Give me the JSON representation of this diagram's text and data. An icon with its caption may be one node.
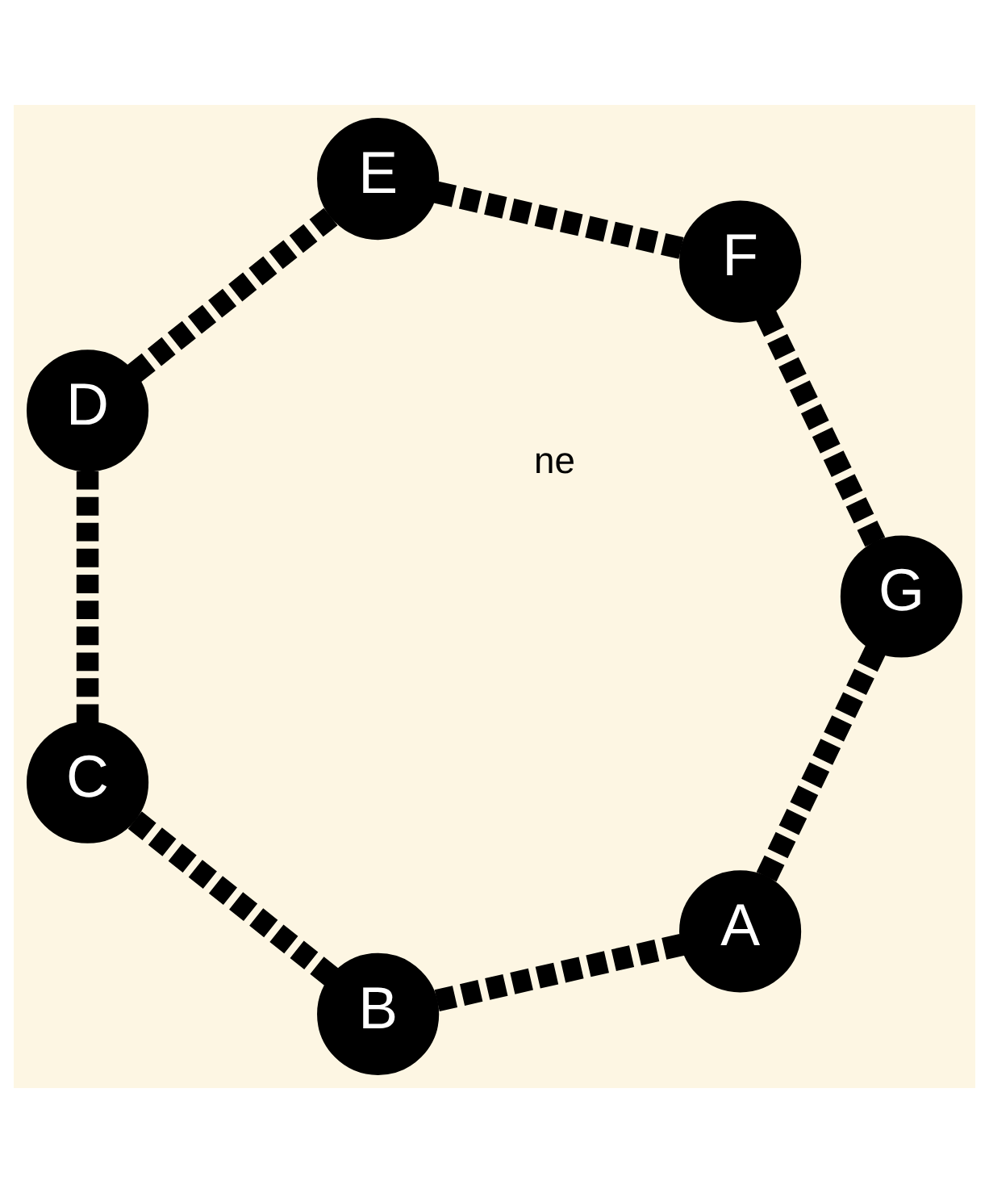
{
  "diagram": {
    "nodes": [
      {
        "text": [
          "A"
        ]
      },
      {
        "text": [
          "B"
        ]
      },
      {
        "text": [
          "C"
        ]
      },
      {
        "text": [
          "D"
        ]
      },
      {
        "text": [
          "E"
        ]
      },
      {
        "text": [
          "F"
        ]
      },
      {
        "text": [
          "G"
        ]
      }
    ],
    "edges": [
      {
        "from": 0,
        "to": 1,
        "arrow": "none",
        "style": "dashed"
      },
      {
        "from": 1,
        "to": 2,
        "arrow": "none",
        "style": "dashed"
      },
      {
        "from": 2,
        "to": 3,
        "arrow": "none",
        "style": "dashed"
      },
      {
        "from": 3,
        "to": 4,
        "arrow": "none",
        "style": "dashed"
      },
      {
        "from": 4,
        "to": 5,
        "arrow": "none",
        "style": "dashed"
      },
      {
        "from": 5,
        "to": 6,
        "arrow": "none",
        "style": "dashed"
      },
      {
        "from": 6,
        "to": 0,
        "arrow": "none",
        "style": "dashed"
      }
    ],
    "labels": [
      "ne"
    ]
  }
}
